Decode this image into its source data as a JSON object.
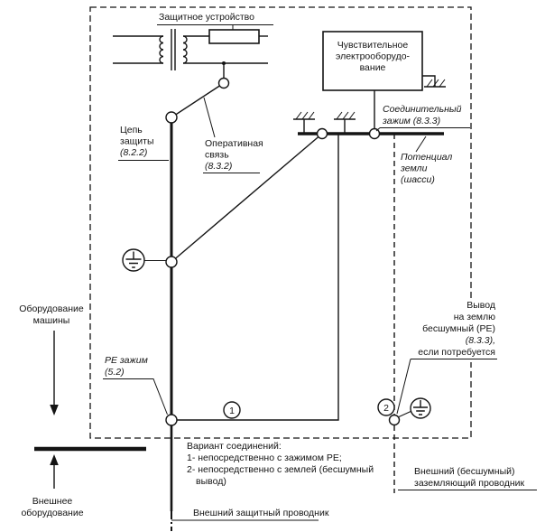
{
  "figure": {
    "protective_device_label": "Защитное устройство",
    "sensitive_equipment": [
      "Чувствительное",
      "электрооборудо-",
      "вание"
    ],
    "bonding_terminal": [
      "Соединительный",
      "зажим (8.3.3)"
    ],
    "ground_potential": [
      "Потенциал",
      "земли",
      "(шасси)"
    ],
    "protection_circuit": [
      "Цепь",
      "защиты",
      "(8.2.2)"
    ],
    "operational_bond": [
      "Оперативная",
      "связь",
      "(8.3.2)"
    ],
    "machine_equipment": [
      "Оборудование",
      "машины"
    ],
    "external_equipment": [
      "Внешнее",
      "оборудование"
    ],
    "pe_terminal": [
      "PE зажим",
      "(5.2)"
    ],
    "quiet_ground_terminal": [
      "Вывод",
      "на землю",
      "бесшумный (PE)",
      "(8.3.3),",
      "если потребуется"
    ],
    "connection_variants": [
      "Вариант соединений:",
      "1- непосредственно с зажимом PE;",
      "2- непосредственно с землей (бесшумный",
      "вывод)"
    ],
    "external_protective_conductor": "Внешний защитный проводник",
    "external_ground_conductor": [
      "Внешний (бесшумный)",
      "заземляющий проводник"
    ],
    "marker_1": "1",
    "marker_2": "2"
  },
  "colors": {
    "ink": "#141414",
    "paper": "#ffffff"
  }
}
